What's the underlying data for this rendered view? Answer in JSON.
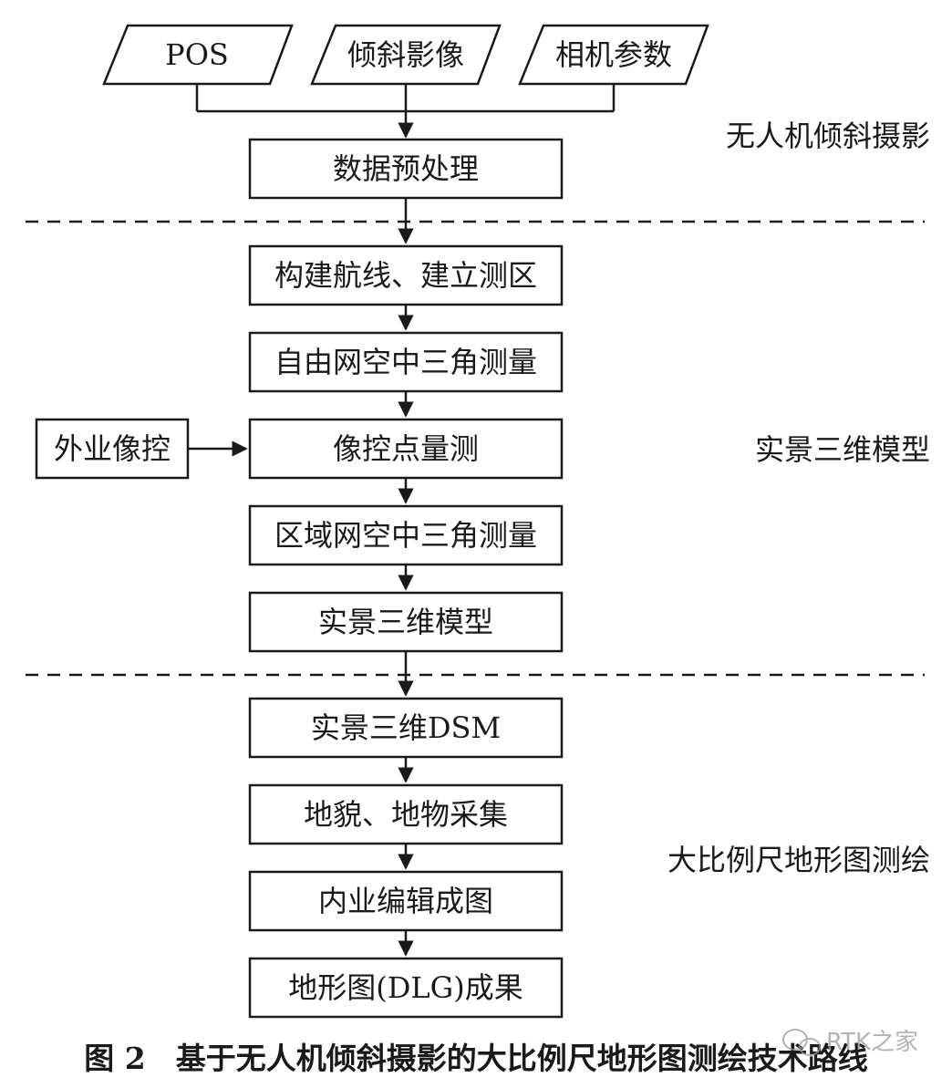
{
  "inputs": [
    {
      "id": "pos",
      "label": "POS"
    },
    {
      "id": "oblique",
      "label": "倾斜影像"
    },
    {
      "id": "camera",
      "label": "相机参数"
    }
  ],
  "nodes": [
    {
      "id": "preprocess",
      "label": "数据预处理"
    },
    {
      "id": "route",
      "label": "构建航线、建立测区"
    },
    {
      "id": "free-at",
      "label": "自由网空中三角测量"
    },
    {
      "id": "gcp",
      "label": "像控点量测"
    },
    {
      "id": "block-at",
      "label": "区域网空中三角测量"
    },
    {
      "id": "model",
      "label": "实景三维模型"
    },
    {
      "id": "dsm",
      "label": "实景三维DSM"
    },
    {
      "id": "collect",
      "label": "地貌、地物采集"
    },
    {
      "id": "edit",
      "label": "内业编辑成图"
    },
    {
      "id": "dlg",
      "label": "地形图(DLG)成果"
    }
  ],
  "side_node": {
    "id": "field-control",
    "label": "外业像控"
  },
  "sections": [
    {
      "id": "uav",
      "label": "无人机倾斜摄影"
    },
    {
      "id": "3d",
      "label": "实景三维模型"
    },
    {
      "id": "mapping",
      "label": "大比例尺地形图测绘"
    }
  ],
  "caption": "图 2　基于无人机倾斜摄影的大比例尺地形图测绘技术路线",
  "watermark": "RTK之家"
}
